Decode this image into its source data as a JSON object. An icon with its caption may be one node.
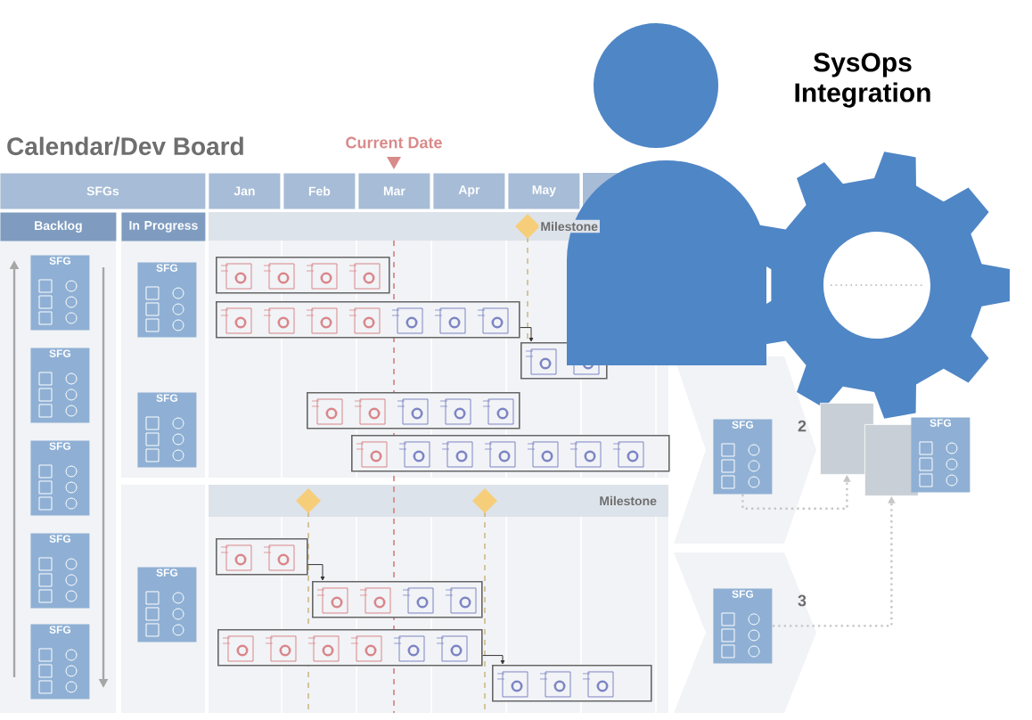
{
  "diagram": {
    "title": "Calendar/Dev Board",
    "nodes": [
      {
        "text": [
          "SFG"
        ]
      },
      {
        "text": [
          "SFG"
        ]
      },
      {
        "text": [
          "SFG"
        ]
      },
      {
        "text": [
          "SFG"
        ]
      },
      {
        "text": [
          "SFG"
        ]
      },
      {
        "text": [
          "SFG"
        ]
      },
      {
        "text": [
          "SFG"
        ]
      },
      {
        "text": [
          "SFG"
        ]
      },
      {
        "text": [
          "SFG"
        ]
      },
      {
        "text": [],
        "shape": "box"
      },
      {
        "text": [],
        "shape": "box"
      },
      {
        "text": [
          "SFG"
        ]
      },
      {
        "text": [
          "SFG"
        ]
      },
      {
        "text": [],
        "shape": "bar"
      },
      {
        "text": [],
        "shape": "bar"
      },
      {
        "text": [],
        "shape": "bar"
      },
      {
        "text": [],
        "shape": "bar"
      },
      {
        "text": [],
        "shape": "bar"
      },
      {
        "text": [],
        "shape": "bar"
      },
      {
        "text": [],
        "shape": "bar"
      },
      {
        "text": [],
        "shape": "bar"
      },
      {
        "text": [],
        "shape": "bar"
      }
    ],
    "edges": [
      {
        "from": 8,
        "to": 9,
        "arrow": "to",
        "style": "dashed",
        "color": "#c6c6c6"
      },
      {
        "from": 12,
        "to": 10,
        "arrow": "to",
        "style": "dashed",
        "color": "#c6c6c6"
      },
      {
        "from": 14,
        "to": 15,
        "arrow": "to"
      },
      {
        "from": 18,
        "to": 19,
        "arrow": "to"
      },
      {
        "from": 20,
        "to": 21,
        "arrow": "to"
      }
    ],
    "labels": [
      "Current Date",
      "SFGs",
      "Jan",
      "Feb",
      "Mar",
      "Apr",
      "May",
      "Backlog",
      "In Progress",
      "Milestone",
      "Milestone",
      "SysOps Integration",
      "2",
      "3"
    ]
  }
}
